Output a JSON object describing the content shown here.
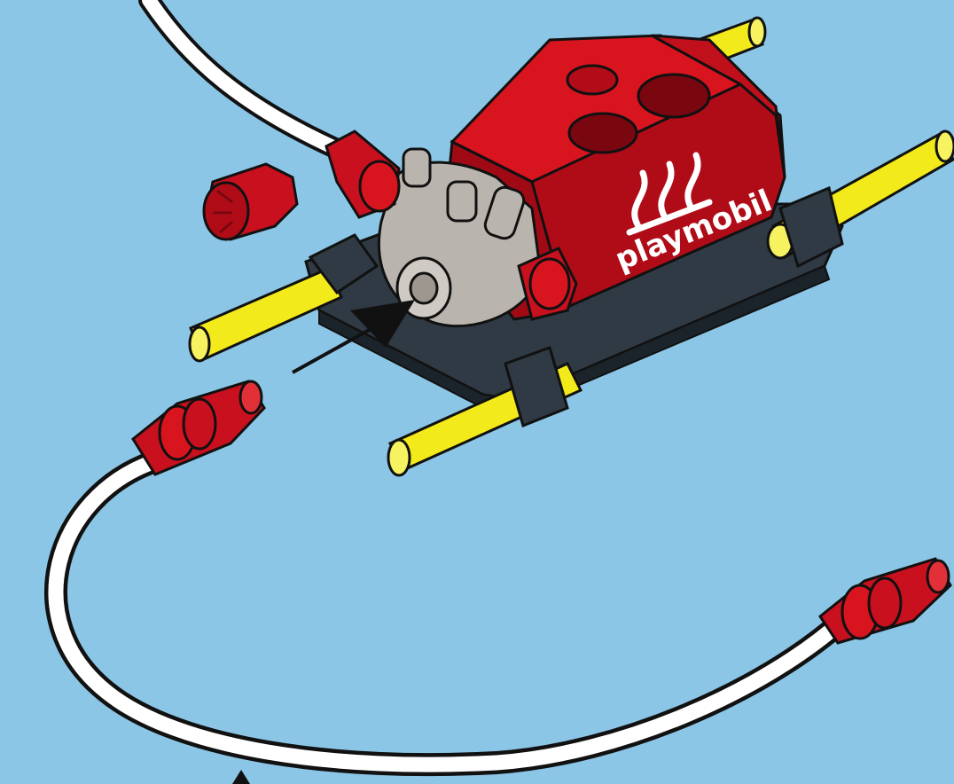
{
  "scene": {
    "brand_text": "playmobil",
    "colors": {
      "background": "#8cc6e6",
      "pump_red": "#c8101e",
      "pump_red_dark": "#8e0812",
      "pump_red_light": "#e23038",
      "base_dark": "#2f3a44",
      "rod_yellow": "#f2ea1a",
      "rod_yellow_dark": "#c8b800",
      "hose_white": "#ffffff",
      "nozzle_gray": "#b9b4ae",
      "outline": "#111111"
    },
    "icons": [
      "pump-body",
      "hose-upper",
      "hose-lower",
      "connector",
      "cap",
      "insert-arrow",
      "flame-logo"
    ]
  }
}
